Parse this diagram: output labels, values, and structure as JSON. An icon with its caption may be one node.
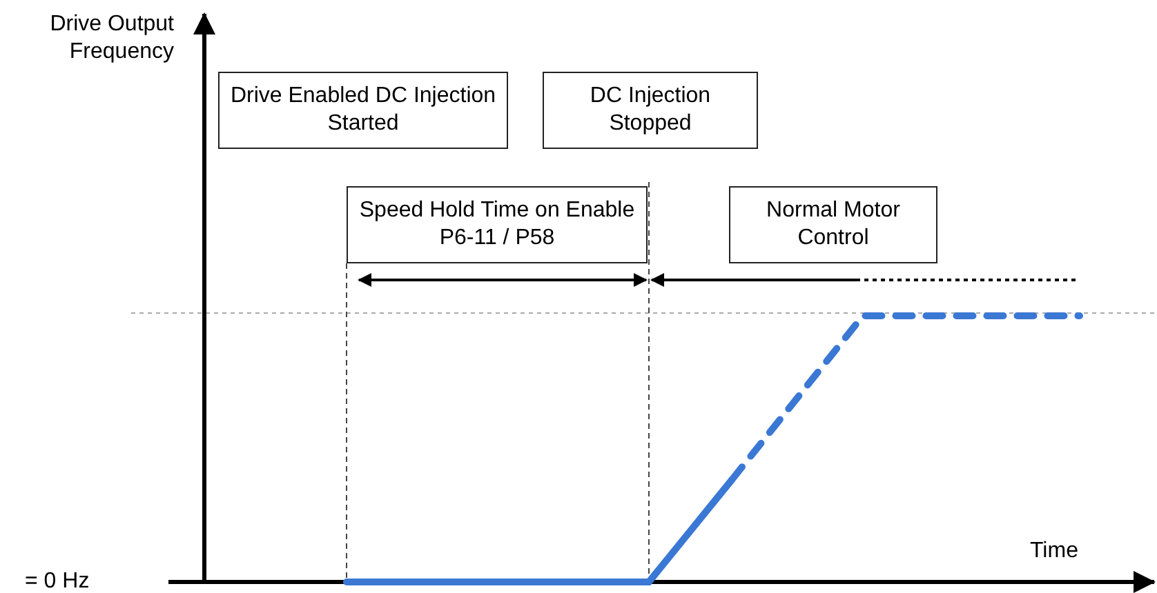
{
  "diagram": {
    "nodes": [
      {
        "text": [
          "Drive Enabled DC Injection Started"
        ]
      },
      {
        "text": [
          "DC Injection Stopped"
        ]
      },
      {
        "text": [
          "Speed Hold Time on Enable P6-11 / P58"
        ]
      },
      {
        "text": [
          "Normal Motor Control"
        ]
      }
    ],
    "labels": [
      "Drive Output Frequency",
      "Time",
      "= 0 Hz"
    ]
  }
}
